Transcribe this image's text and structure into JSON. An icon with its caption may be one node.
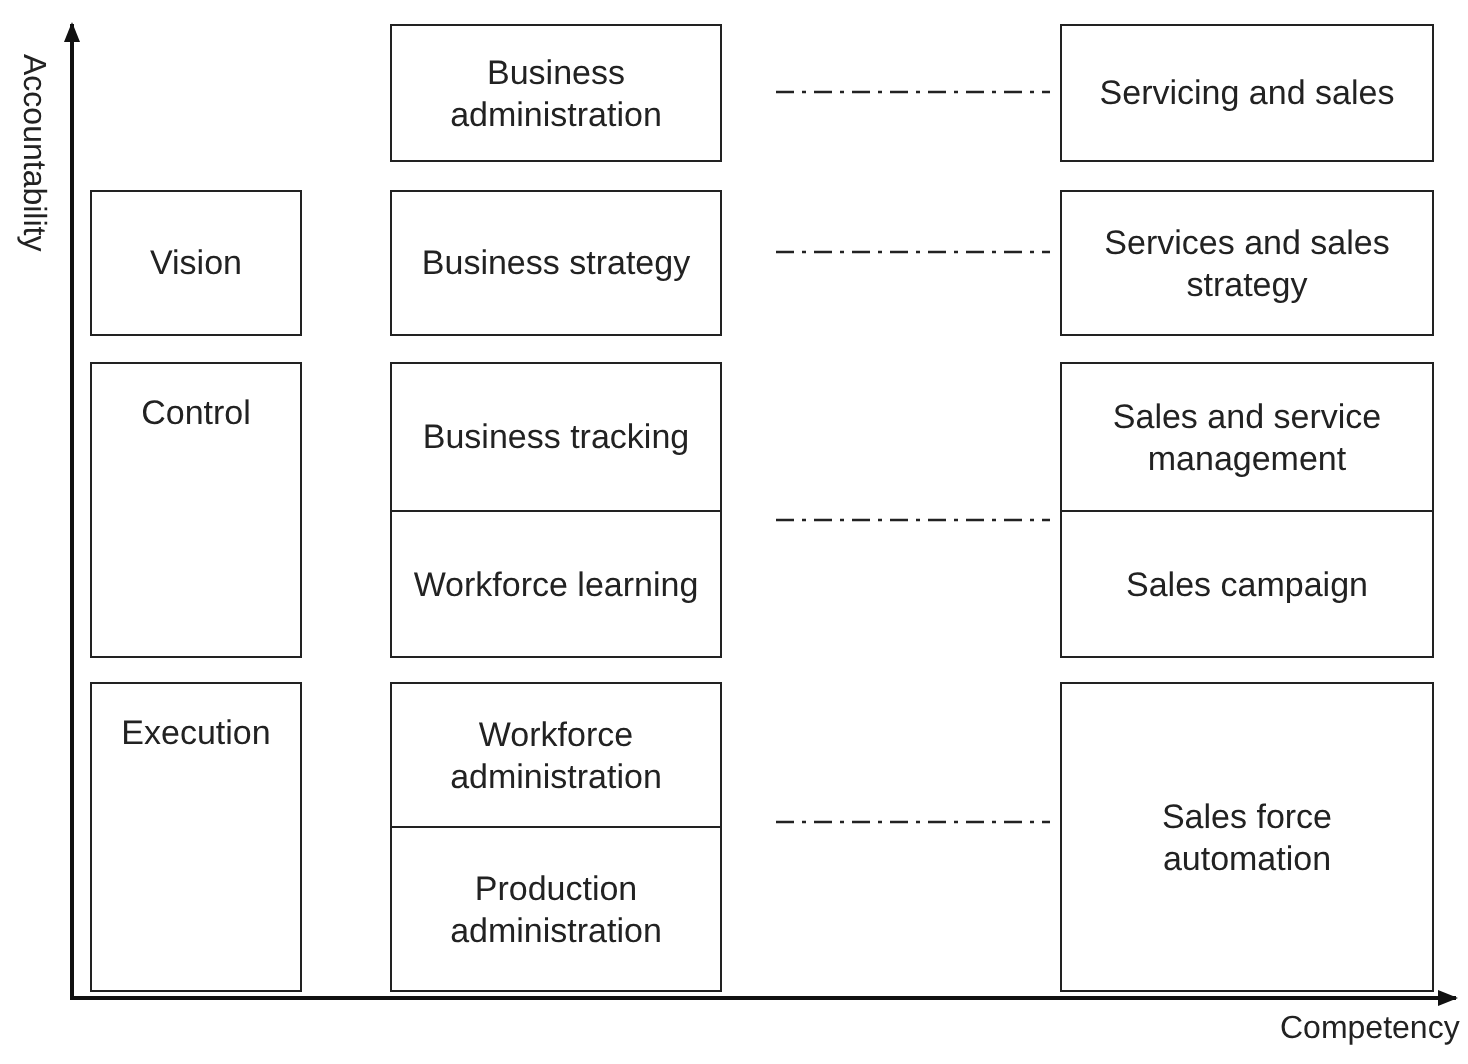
{
  "diagram": {
    "nodes": [
      {
        "text": [
          "Business administration"
        ]
      },
      {
        "text": [
          "Servicing and sales"
        ]
      },
      {
        "text": [
          "Vision"
        ]
      },
      {
        "text": [
          "Business strategy"
        ]
      },
      {
        "text": [
          "Services and sales strategy"
        ]
      },
      {
        "text": [
          "Control"
        ]
      },
      {
        "text": [
          "Business tracking"
        ]
      },
      {
        "text": [
          "Workforce learning"
        ]
      },
      {
        "text": [
          "Sales and service management"
        ]
      },
      {
        "text": [
          "Sales campaign"
        ]
      },
      {
        "text": [
          "Execution"
        ]
      },
      {
        "text": [
          "Workforce administration"
        ]
      },
      {
        "text": [
          "Production administration"
        ]
      },
      {
        "text": [
          "Sales force automation"
        ]
      }
    ],
    "labels": [
      "Accountability",
      "Competency"
    ]
  }
}
